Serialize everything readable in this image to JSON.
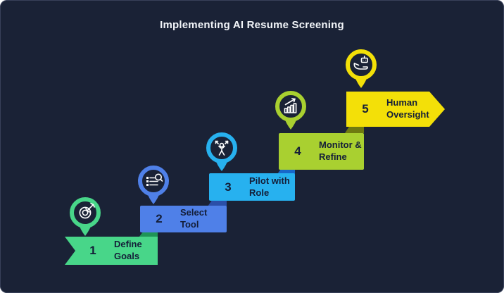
{
  "title": "Implementing AI Resume Screening",
  "steps": [
    {
      "number": "1",
      "label": "Define Goals",
      "color": "#48d689",
      "fold_color": "#1f9457",
      "icon": "target-icon"
    },
    {
      "number": "2",
      "label": "Select Tool",
      "color": "#4f80e8",
      "fold_color": "#2b4fa8",
      "icon": "list-search-icon"
    },
    {
      "number": "3",
      "label": "Pilot with Role",
      "color": "#27b1ef",
      "fold_color": "#1767c9",
      "icon": "person-arrows-icon"
    },
    {
      "number": "4",
      "label": "Monitor & Refine",
      "color": "#a9d030",
      "fold_color": "#6e7a10",
      "icon": "growth-chart-icon"
    },
    {
      "number": "5",
      "label": "Human Oversight",
      "color": "#f3e008",
      "fold_color": "#8a8a05",
      "icon": "hand-robot-icon"
    }
  ],
  "colors": {
    "background": "#1a2236",
    "banner_text": "#141e38",
    "title_text": "#f2f5f9",
    "icon_stroke": "#ffffff"
  }
}
